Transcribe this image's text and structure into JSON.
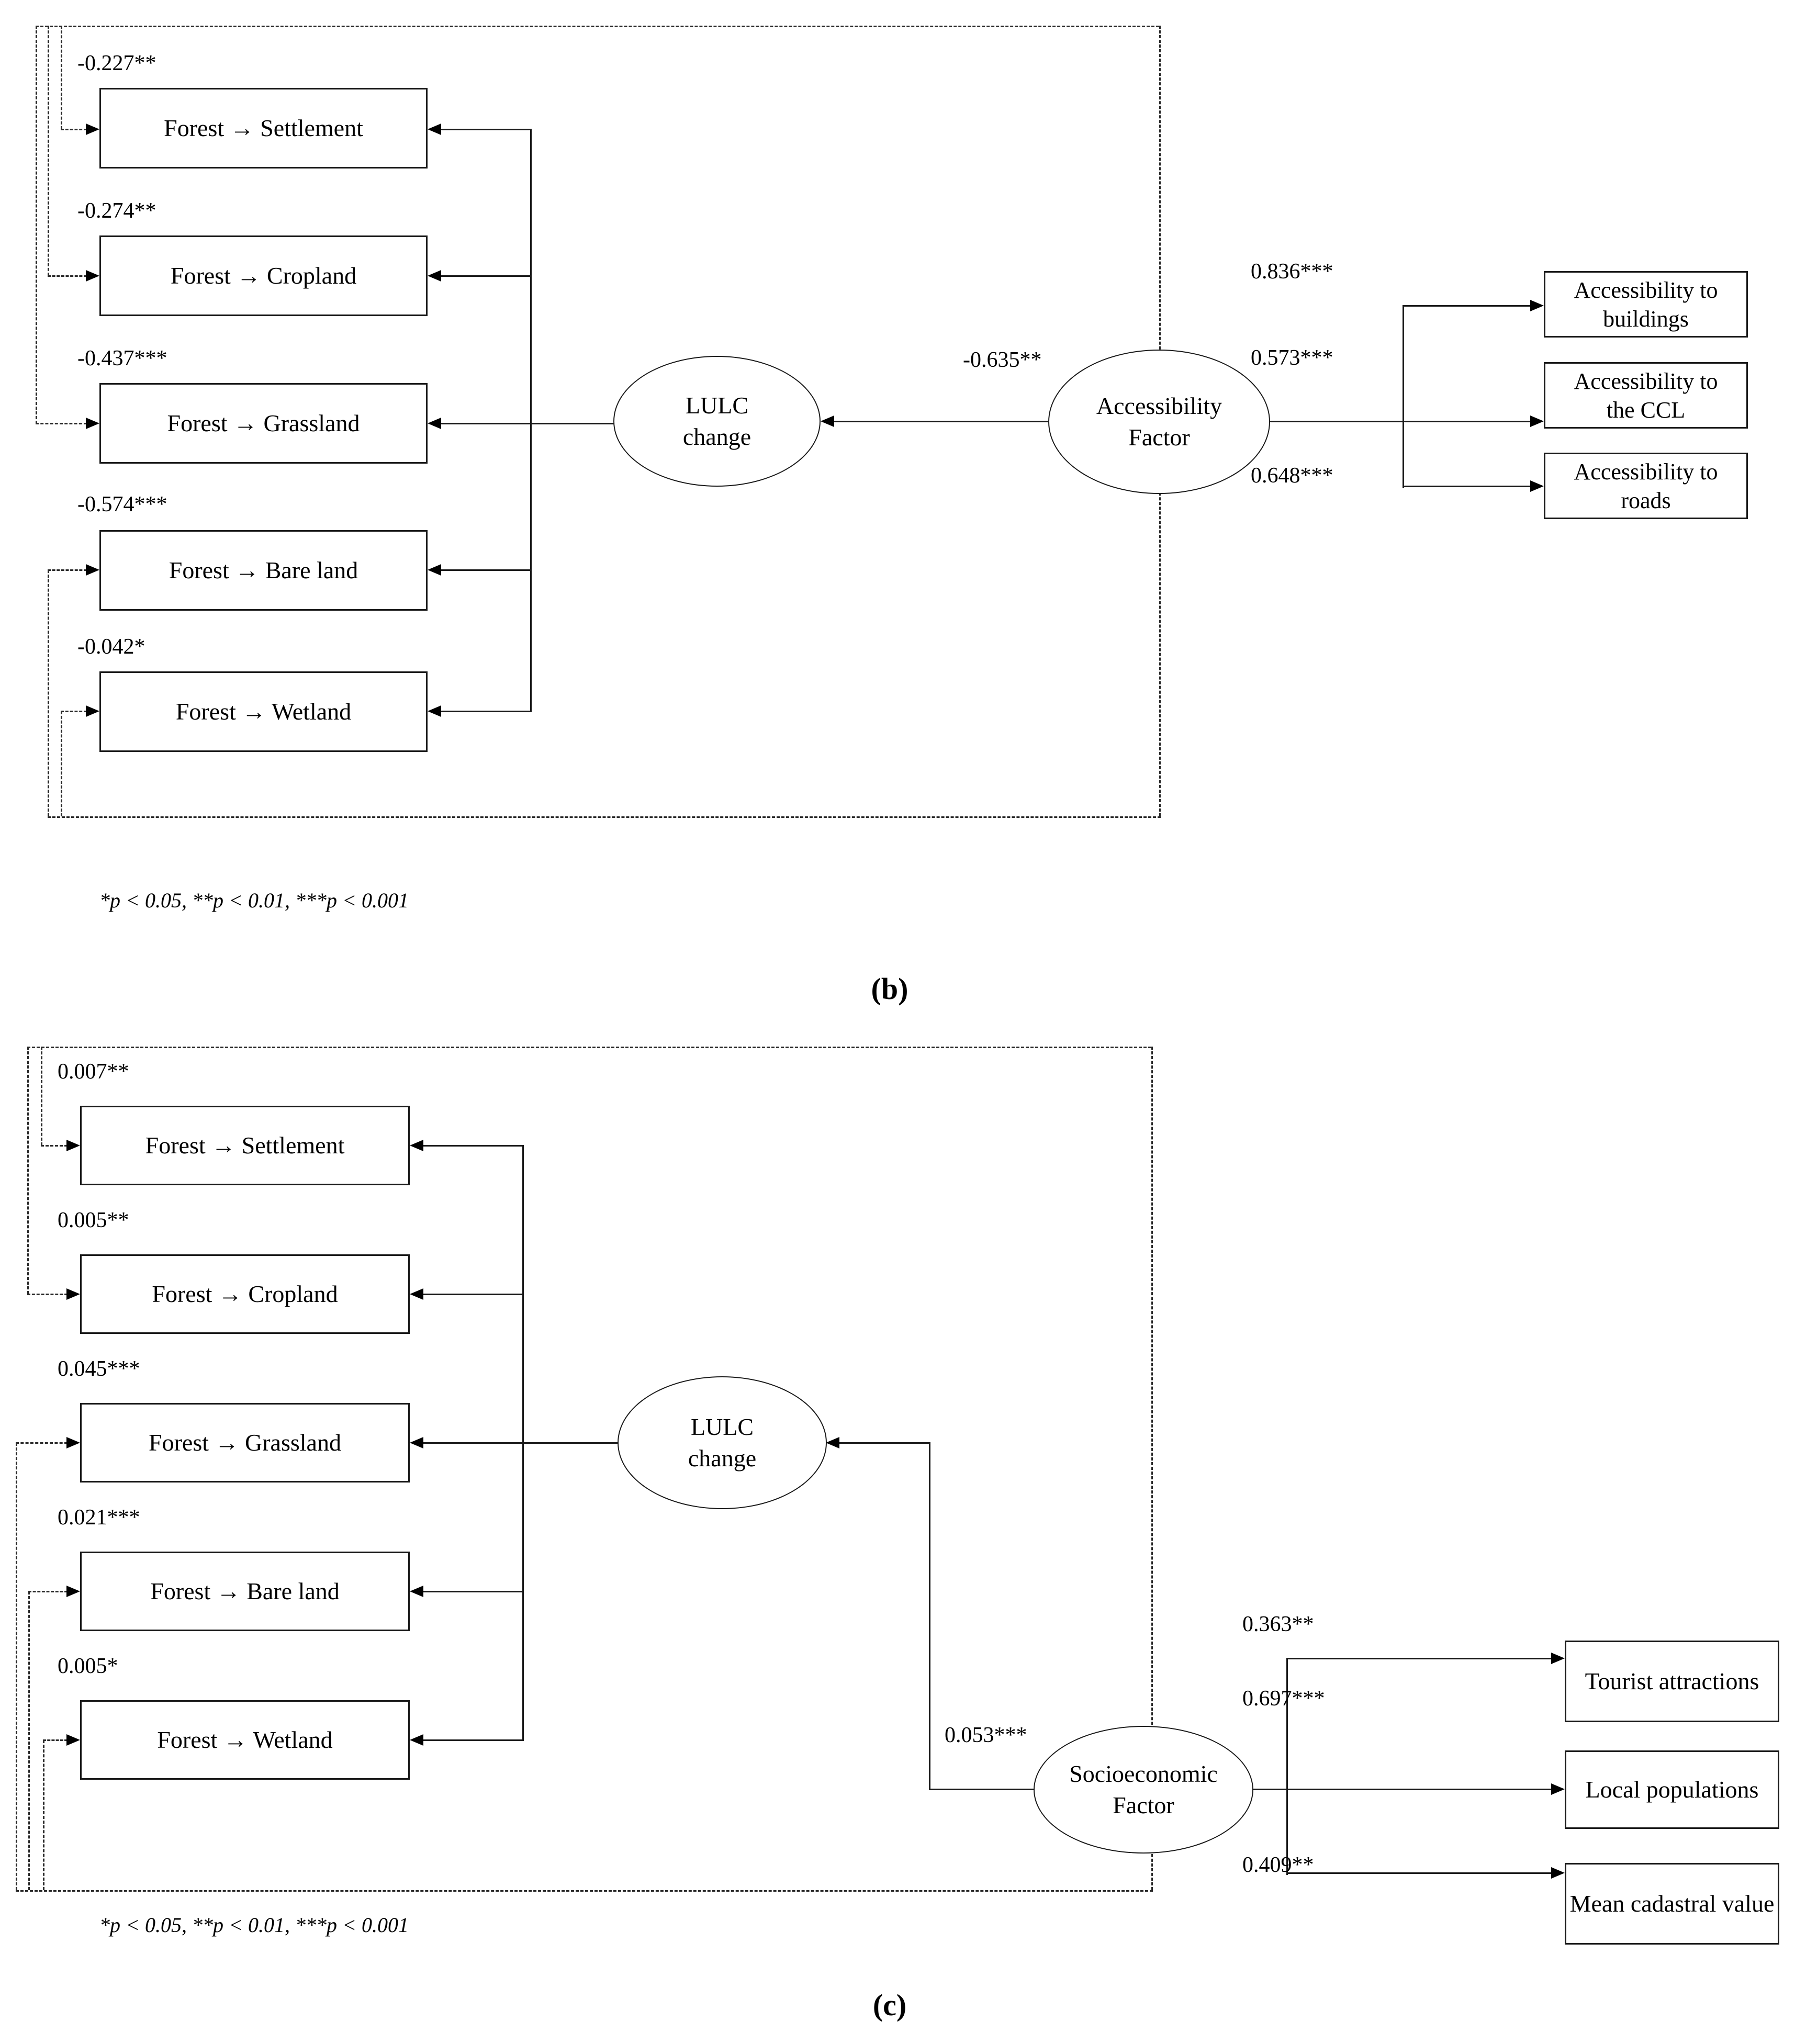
{
  "figure": {
    "panel_b": {
      "panel_label": "(b)",
      "footnote": "*p < 0.05, **p < 0.01, ***p < 0.001",
      "lulc_node": "LULC\nchange",
      "factor_node": "Accessibility\nFactor",
      "factor_to_lulc_coef": "-0.635**",
      "conversions": [
        {
          "label": "Forest → Settlement",
          "coef": "-0.227**"
        },
        {
          "label": "Forest → Cropland",
          "coef": "-0.274**"
        },
        {
          "label": "Forest → Grassland",
          "coef": "-0.437***"
        },
        {
          "label": "Forest → Bare land",
          "coef": "-0.574***"
        },
        {
          "label": "Forest → Wetland",
          "coef": "-0.042*"
        }
      ],
      "indicators": [
        {
          "label": "Accessibility to\nbuildings",
          "coef": "0.836***"
        },
        {
          "label": "Accessibility to\nthe CCL",
          "coef": "0.573***"
        },
        {
          "label": "Accessibility to\nroads",
          "coef": "0.648***"
        }
      ]
    },
    "panel_c": {
      "panel_label": "(c)",
      "footnote": "*p < 0.05, **p < 0.01, ***p < 0.001",
      "lulc_node": "LULC\nchange",
      "factor_node": "Socioeconomic\nFactor",
      "factor_to_lulc_coef": "0.053***",
      "conversions": [
        {
          "label": "Forest → Settlement",
          "coef": "0.007**"
        },
        {
          "label": "Forest → Cropland",
          "coef": "0.005**"
        },
        {
          "label": "Forest → Grassland",
          "coef": "0.045***"
        },
        {
          "label": "Forest → Bare land",
          "coef": "0.021***"
        },
        {
          "label": "Forest → Wetland",
          "coef": "0.005*"
        }
      ],
      "indicators": [
        {
          "label": "Tourist attractions",
          "coef": "0.363**"
        },
        {
          "label": "Local populations",
          "coef": "0.697***"
        },
        {
          "label": "Mean cadastral value",
          "coef": "0.409**"
        }
      ]
    }
  }
}
